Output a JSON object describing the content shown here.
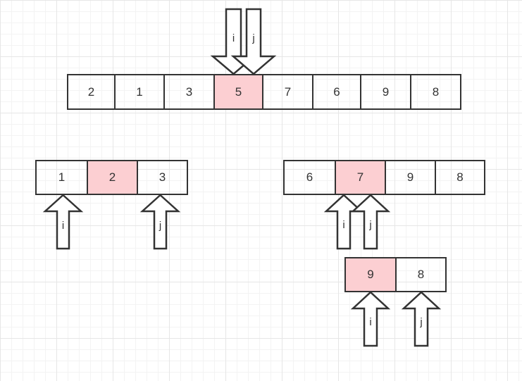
{
  "accent_colors": {
    "pivot_fill": "#fccfd2",
    "stroke": "#333333"
  },
  "arrays": [
    {
      "name": "top-array",
      "values": [
        "2",
        "1",
        "3",
        "5",
        "7",
        "6",
        "9",
        "8"
      ],
      "pivot_index": 3
    },
    {
      "name": "left-subarray",
      "values": [
        "1",
        "2",
        "3"
      ],
      "pivot_index": 1
    },
    {
      "name": "right-subarray",
      "values": [
        "6",
        "7",
        "9",
        "8"
      ],
      "pivot_index": 1
    },
    {
      "name": "bottom-subarray",
      "values": [
        "9",
        "8"
      ],
      "pivot_index": 0
    }
  ],
  "pointer_labels": {
    "i": "i",
    "j": "j"
  }
}
